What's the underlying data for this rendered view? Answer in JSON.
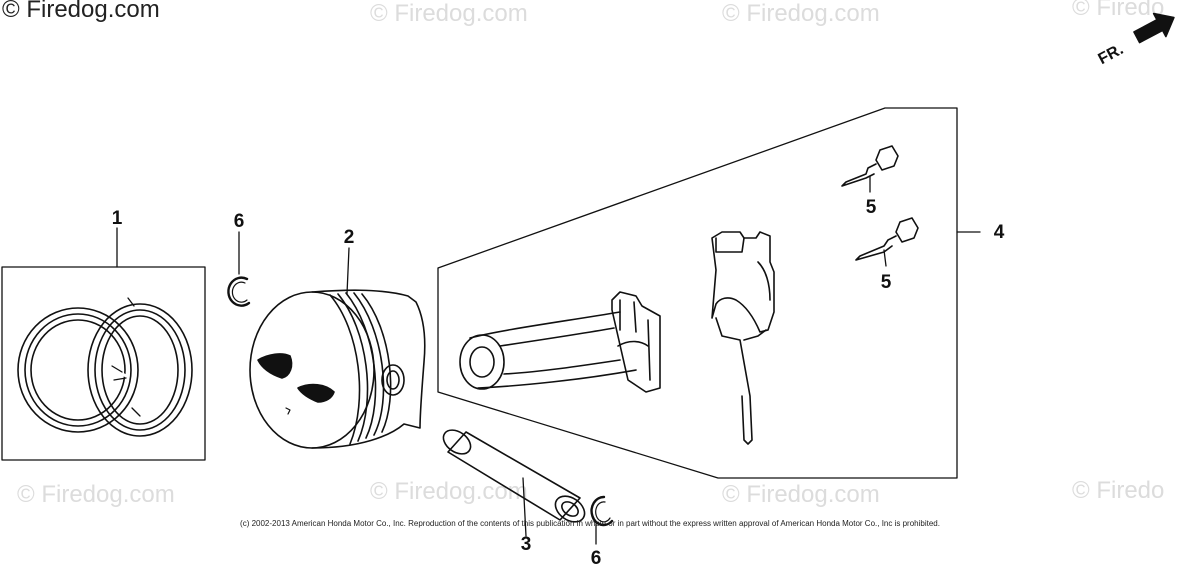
{
  "header": {
    "brand": "© Firedog.com"
  },
  "watermarks": [
    "© Firedog.com",
    "© Firedog.com",
    "© Firedo",
    "© Firedog.com",
    "© Firedog.com",
    "© Firedog.com",
    "© Firedo"
  ],
  "direction_marker": {
    "label": "FR.",
    "icon": "arrow-right-icon"
  },
  "callouts": [
    "1",
    "6",
    "2",
    "4",
    "5",
    "5",
    "6",
    "3"
  ],
  "footer": {
    "copyright": "(c) 2002-2013 American Honda Motor Co., Inc. Reproduction of the contents of this publication in whole or in part without the express written approval of American Honda Motor Co., Inc is prohibited."
  },
  "colors": {
    "line": "#111111",
    "watermark": "#dcdcdc",
    "background": "#ffffff"
  }
}
